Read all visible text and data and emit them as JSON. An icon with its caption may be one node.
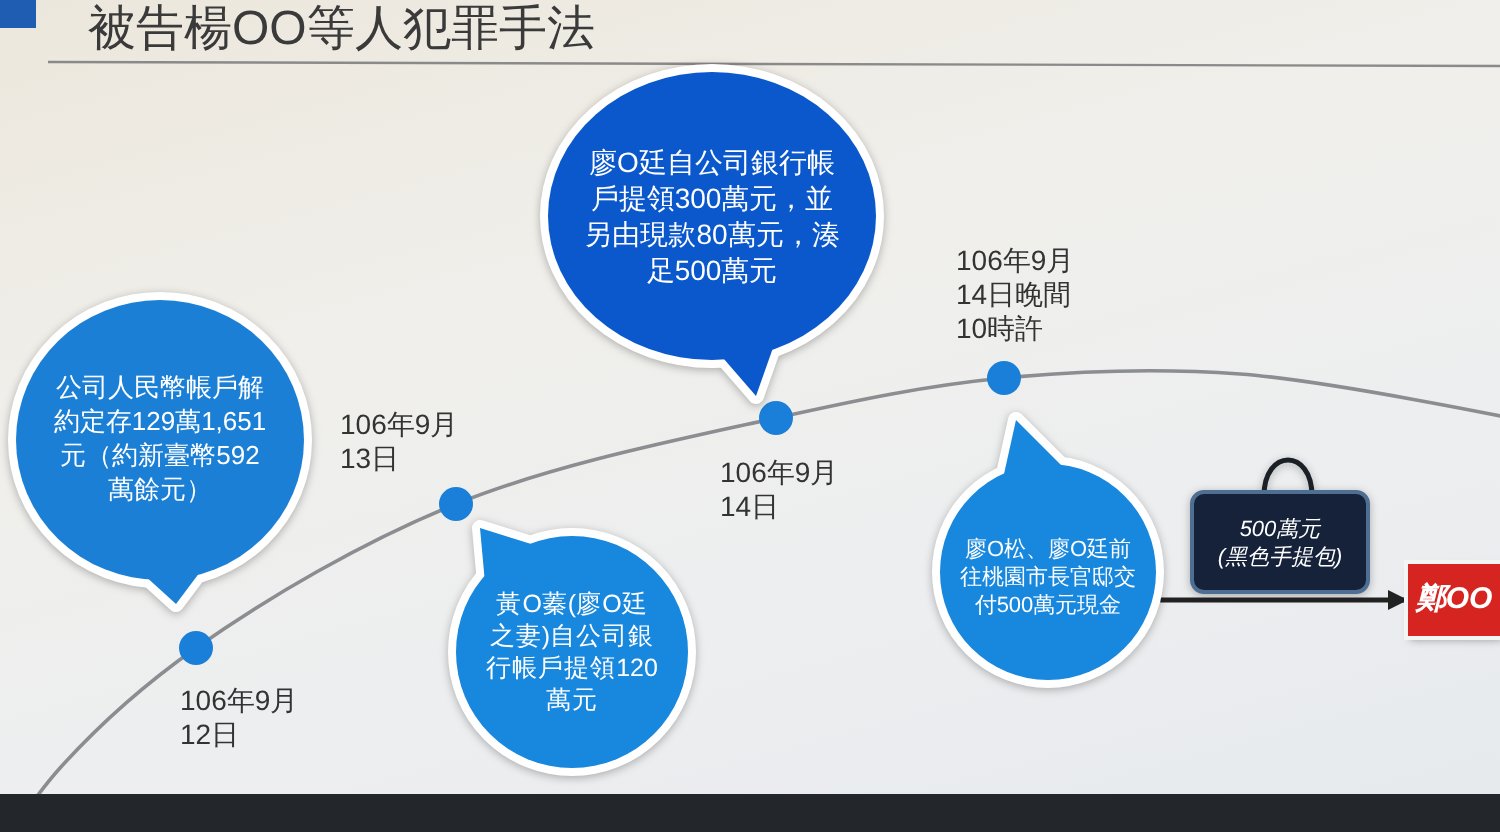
{
  "diagram": {
    "title": "被告楊OO等人犯罪手法",
    "nodes": [
      {
        "text": [
          "公司人民幣帳戶解約定存129萬1,651元（約新臺幣592萬餘元）"
        ]
      },
      {
        "text": [
          "黃O蓁(廖O廷之妻)自公司銀行帳戶提領120萬元"
        ]
      },
      {
        "text": [
          "廖O廷自公司銀行帳戶提領300萬元，並另由現款80萬元，湊足500萬元"
        ]
      },
      {
        "text": [
          "廖O松、廖O廷前往桃園市長官邸交付500萬元現金"
        ]
      },
      {
        "text": [
          "500萬元",
          "(黑色手提包)"
        ]
      },
      {
        "text": [
          "鄭OO"
        ]
      }
    ],
    "edges": [
      {
        "from": 3,
        "to": 5,
        "arrow": "to"
      }
    ],
    "labels": [
      "106年9月12日",
      "106年9月13日",
      "106年9月14日",
      "106年9月14日晚間10時許"
    ]
  }
}
